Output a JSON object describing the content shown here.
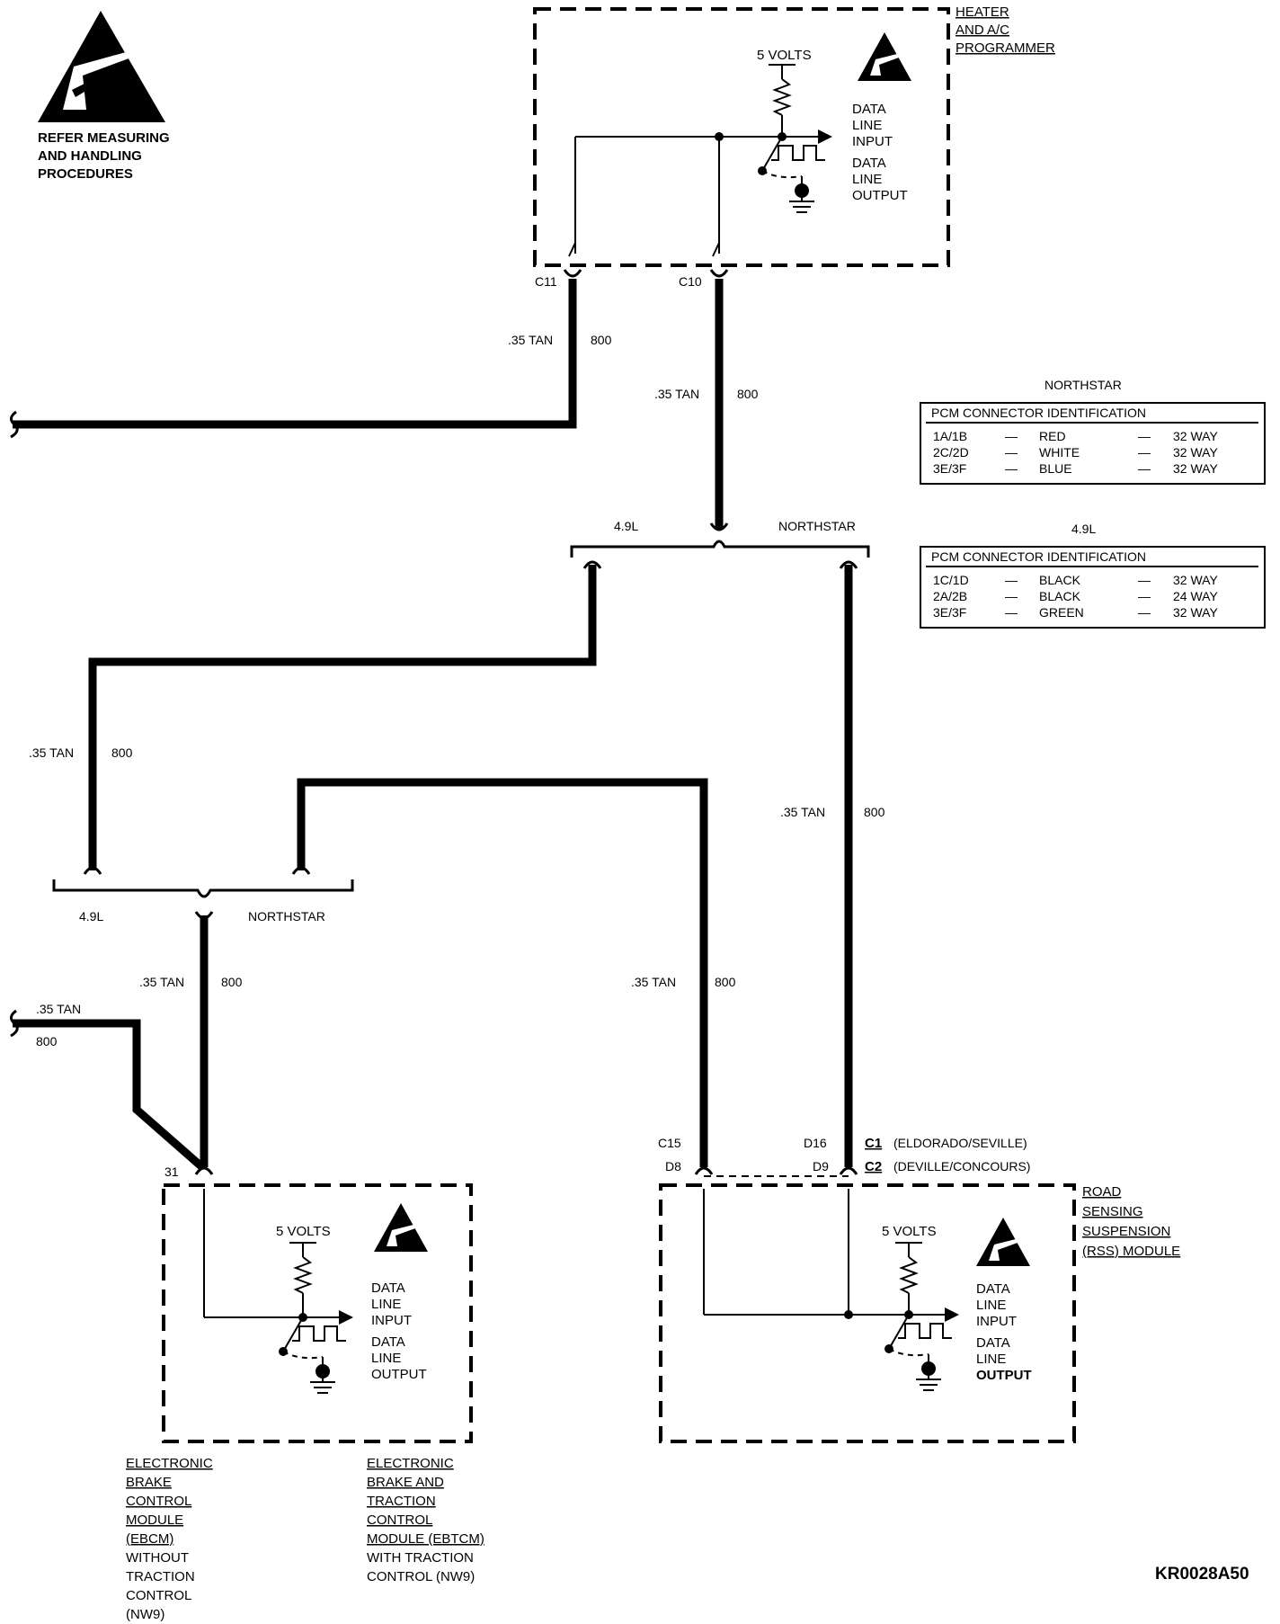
{
  "warning": {
    "line1": "REFER MEASURING",
    "line2": "AND HANDLING",
    "line3": "PROCEDURES"
  },
  "drawing_id": "KR0028A50",
  "hvac": {
    "name": [
      "HEATER",
      "AND A/C",
      "PROGRAMMER"
    ],
    "volts": "5 VOLTS",
    "input": [
      "DATA",
      "LINE",
      "INPUT"
    ],
    "output": [
      "DATA",
      "LINE",
      "OUTPUT"
    ]
  },
  "ebcm": {
    "volts": "5 VOLTS",
    "input": [
      "DATA",
      "LINE",
      "INPUT"
    ],
    "output": [
      "DATA",
      "LINE",
      "OUTPUT"
    ],
    "pin": "31"
  },
  "rss": {
    "name": [
      "ROAD",
      "SENSING",
      "SUSPENSION",
      "(RSS) MODULE"
    ],
    "volts": "5 VOLTS",
    "input": [
      "DATA",
      "LINE",
      "INPUT"
    ],
    "output": [
      "DATA",
      "LINE",
      "OUTPUT"
    ]
  },
  "ebcm_caption": {
    "underlined": [
      "ELECTRONIC",
      "BRAKE",
      "CONTROL",
      "MODULE",
      "(EBCM)"
    ],
    "plain": [
      "WITHOUT",
      "TRACTION",
      "CONTROL",
      "(NW9)"
    ]
  },
  "ebtcm_caption": {
    "underlined": [
      "ELECTRONIC",
      "BRAKE AND",
      "TRACTION",
      "CONTROL",
      "MODULE (EBTCM)"
    ],
    "plain": [
      "WITH TRACTION",
      "CONTROL (NW9)"
    ]
  },
  "connectors": {
    "c11": "C11",
    "c10": "C10",
    "c15": "C15",
    "d16": "D16",
    "d8": "D8",
    "d9": "D9",
    "c1": "C1",
    "c1_desc": "(ELDORADO/SEVILLE)",
    "c2": "C2",
    "c2_desc": "(DEVILLE/CONCOURS)"
  },
  "wire": {
    "gauge_color": ".35 TAN",
    "circuit": "800"
  },
  "splits": {
    "l49": "4.9L",
    "northstar": "NORTHSTAR"
  },
  "pcm_northstar": {
    "heading": "NORTHSTAR",
    "title": "PCM CONNECTOR IDENTIFICATION",
    "rows": [
      {
        "id": "1A/1B",
        "dash1": "—",
        "color": "RED",
        "dash2": "—",
        "ways": "32 WAY"
      },
      {
        "id": "2C/2D",
        "dash1": "—",
        "color": "WHITE",
        "dash2": "—",
        "ways": "32 WAY"
      },
      {
        "id": "3E/3F",
        "dash1": "—",
        "color": "BLUE",
        "dash2": "—",
        "ways": "32 WAY"
      }
    ]
  },
  "pcm_49": {
    "heading": "4.9L",
    "title": "PCM CONNECTOR IDENTIFICATION",
    "rows": [
      {
        "id": "1C/1D",
        "dash1": "—",
        "color": "BLACK",
        "dash2": "—",
        "ways": "32 WAY"
      },
      {
        "id": "2A/2B",
        "dash1": "—",
        "color": "BLACK",
        "dash2": "—",
        "ways": "24 WAY"
      },
      {
        "id": "3E/3F",
        "dash1": "—",
        "color": "GREEN",
        "dash2": "—",
        "ways": "32 WAY"
      }
    ]
  }
}
